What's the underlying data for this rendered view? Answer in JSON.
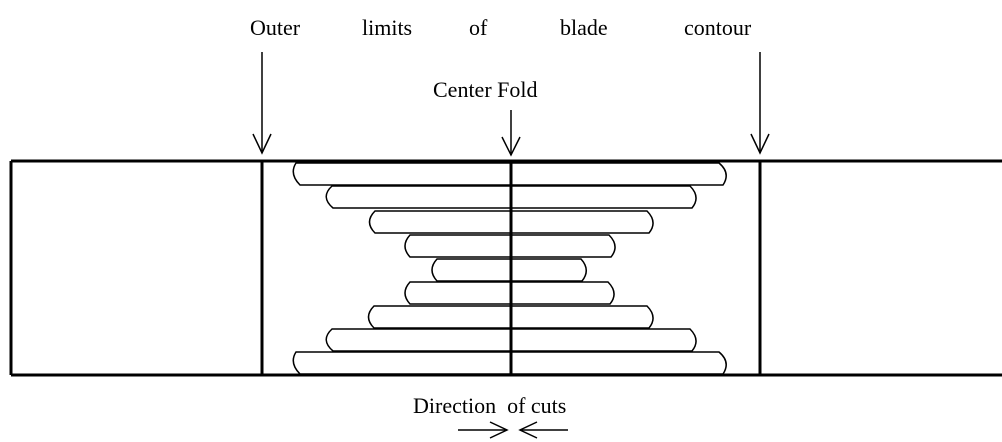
{
  "labels": {
    "outer": "Outer",
    "limits": "limits",
    "of": "of",
    "blade": "blade",
    "contour": "contour",
    "center_fold": "Center Fold",
    "direction_of_cuts": "Direction  of cuts"
  },
  "colors": {
    "background": "#ffffff",
    "stroke": "#000000"
  }
}
